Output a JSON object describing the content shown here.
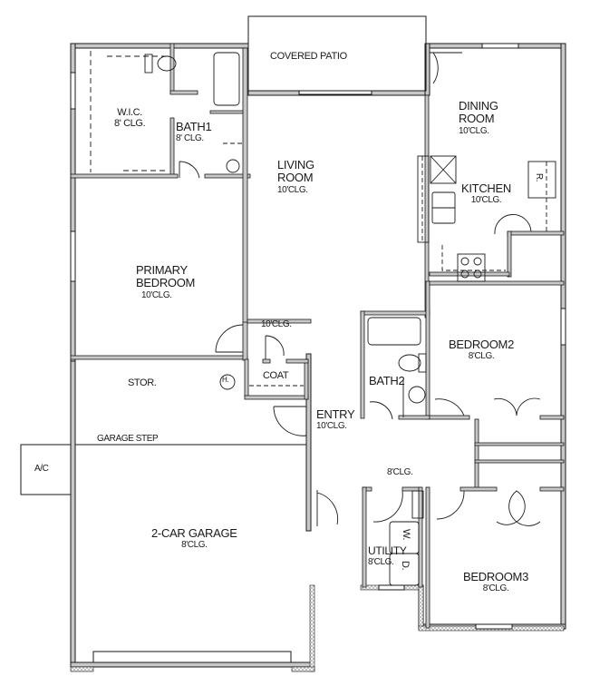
{
  "plan": {
    "type": "floor-plan",
    "colors": {
      "wall_fill": "#c8c8c8",
      "wall_line": "#1a1a1a",
      "background": "#ffffff",
      "hatch": "#bbbbbb"
    },
    "rooms": {
      "covered_patio": {
        "name": "COVERED PATIO"
      },
      "wic": {
        "name": "W.I.C.",
        "ceiling": "8' CLG."
      },
      "bath1": {
        "name": "BATH1",
        "ceiling": "8' CLG."
      },
      "living": {
        "name1": "LIVING",
        "name2": "ROOM",
        "ceiling": "10'CLG."
      },
      "dining": {
        "name1": "DINING",
        "name2": "ROOM",
        "ceiling": "10'CLG."
      },
      "kitchen": {
        "name": "KITCHEN",
        "ceiling": "10'CLG."
      },
      "primary_bedroom": {
        "name1": "PRIMARY",
        "name2": "BEDROOM",
        "ceiling": "10'CLG."
      },
      "hall_north": {
        "ceiling": "10'CLG."
      },
      "coat": {
        "name": "COAT"
      },
      "stor": {
        "name": "STOR."
      },
      "heater": {
        "symbol": "H."
      },
      "entry": {
        "name": "ENTRY",
        "ceiling": "10'CLG."
      },
      "bath2": {
        "name": "BATH2"
      },
      "bedroom2": {
        "name": "BEDROOM2",
        "ceiling": "8'CLG."
      },
      "hall_south": {
        "ceiling": "8'CLG."
      },
      "garage_step": {
        "name": "GARAGE STEP"
      },
      "ac": {
        "name": "A/C"
      },
      "garage": {
        "name": "2-CAR GARAGE",
        "ceiling": "8'CLG."
      },
      "utility": {
        "name": "UTILITY",
        "ceiling": "8'CLG."
      },
      "washer": {
        "label": "W."
      },
      "dryer": {
        "label": "D."
      },
      "refrigerator": {
        "label": "R."
      },
      "bedroom3": {
        "name": "BEDROOM3",
        "ceiling": "8'CLG."
      }
    }
  }
}
